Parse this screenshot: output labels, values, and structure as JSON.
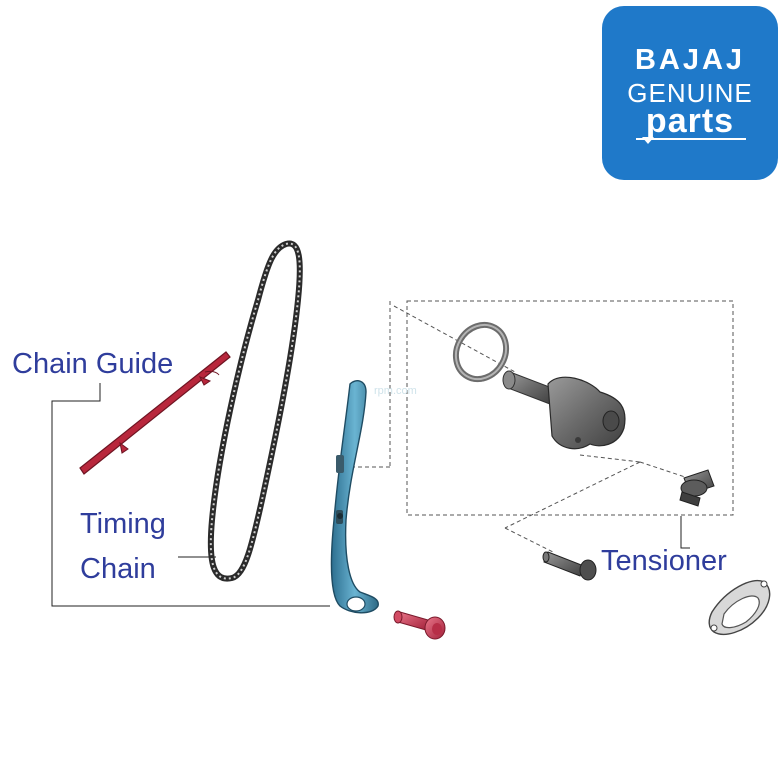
{
  "logo": {
    "brand": "BAJAJ",
    "genuine": "GENUINE",
    "parts": "parts",
    "background": "#1f79c9"
  },
  "labels": {
    "chain_guide": "Chain Guide",
    "timing_line1": "Timing",
    "timing_line2": "Chain",
    "tensioner": "Tensioner"
  },
  "colors": {
    "label_text": "#2f3d9c",
    "chain_guide_part": "#b8273c",
    "chain_tensioner_arm": "#3b8bb0",
    "bolt_red": "#c2334a",
    "tensioner_body": "#707070"
  },
  "watermark": "rpm.com"
}
